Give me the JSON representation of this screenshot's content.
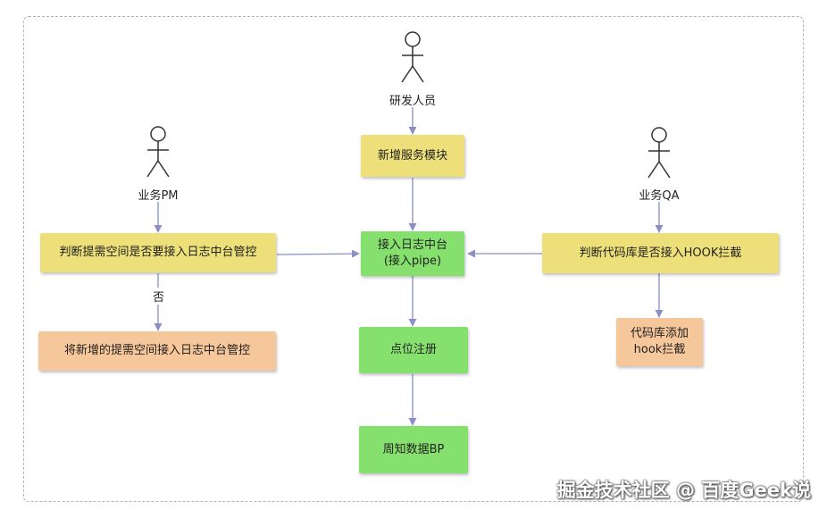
{
  "actors": {
    "dev": "研发人员",
    "pm": "业务PM",
    "qa": "业务QA"
  },
  "nodes": {
    "new_module": "新增服务模块",
    "access_log_1": "接入日志中台",
    "access_log_2": "(接入pipe)",
    "point_register": "点位注册",
    "notify_bp": "周知数据BP",
    "pm_judge": "判断提需空间是否要接入日志中台管控",
    "pm_action": "将新增的提需空间接入日志中台管控",
    "qa_judge": "判断代码库是否接入HOOK拦截",
    "qa_action_1": "代码库添加",
    "qa_action_2": "hook拦截"
  },
  "edge_labels": {
    "no": "否"
  },
  "watermark": "掘金技术社区 @ 百度Geek说",
  "colors": {
    "yellow": "#ede07a",
    "green": "#86e06e",
    "orange": "#f6c79b",
    "edge": "#8a8fc8",
    "frame": "#a9b4c4"
  }
}
